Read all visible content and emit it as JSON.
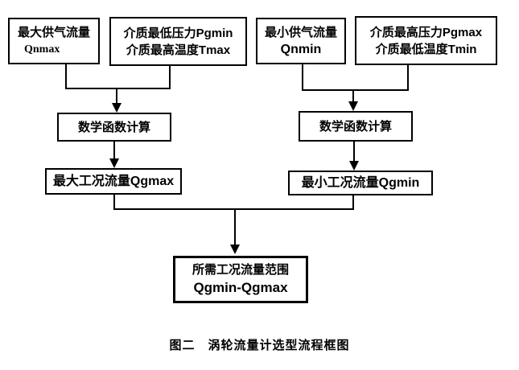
{
  "figure": {
    "background_color": "#ffffff",
    "line_color": "#000000",
    "text_color": "#000000",
    "caption": "图二　涡轮流量计选型流程框图",
    "boxes": {
      "qnmax": {
        "lines": [
          "最大供气流量",
          "Qnmax"
        ]
      },
      "pgmin_tmax": {
        "lines": [
          "介质最低压力Pgmin",
          "介质最高温度Tmax"
        ]
      },
      "qnmin": {
        "lines": [
          "最小供气流量",
          "Qnmin"
        ]
      },
      "pgmax_tmin": {
        "lines": [
          "介质最高压力Pgmax",
          "介质最低温度Tmin"
        ]
      },
      "math_left": {
        "lines": [
          "数学函数计算"
        ]
      },
      "math_right": {
        "lines": [
          "数学函数计算"
        ]
      },
      "qgmax": {
        "lines": [
          "最大工况流量Qgmax"
        ]
      },
      "qgmin": {
        "lines": [
          "最小工况流量Qgmin"
        ]
      },
      "result": {
        "lines": [
          "所需工况流量范围",
          "Qgmin-Qgmax"
        ]
      }
    }
  }
}
